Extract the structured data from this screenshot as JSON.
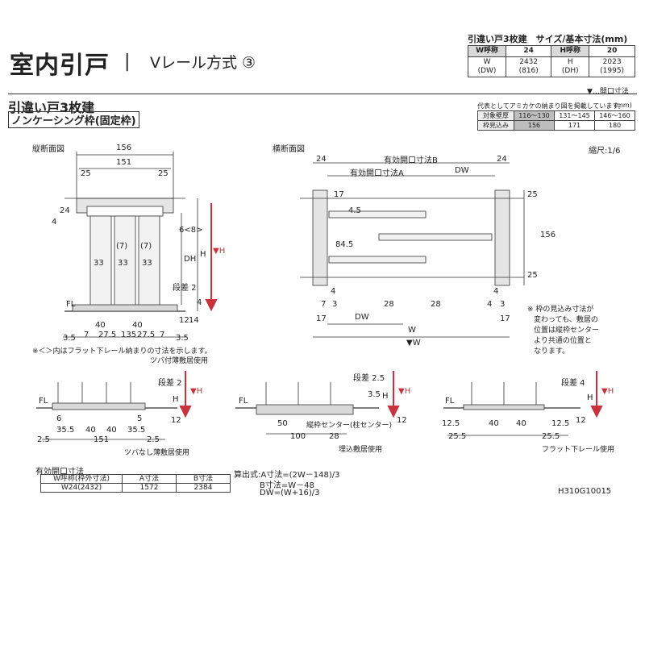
{
  "header": {
    "title": "室内引戸",
    "separator": "|",
    "subtitle": "Vレール方式 ③"
  },
  "spec": {
    "heading": "引違い戸3枚建　サイズ/基本寸法(mm)",
    "w_label": "W呼称",
    "w_code": "24",
    "h_label": "H呼称",
    "h_code": "20",
    "w_dim_label": "W",
    "w_dim_sub": "(DW)",
    "w_value": "2432",
    "w_value_sub": "(816)",
    "h_dim_label": "H",
    "h_dim_sub": "(DH)",
    "h_value": "2023",
    "h_value_sub": "(1995)",
    "legend": "▼…開口寸法"
  },
  "section": {
    "title": "引違い戸3枚建",
    "subtitle": "ノンケーシング枠(固定枠)"
  },
  "kikomi": {
    "note": "代表としてアミカケの納まり図を掲載しています。",
    "unit": "(mm)",
    "rows": [
      {
        "label": "対象壁厚",
        "values": [
          "116～130",
          "131～145",
          "146～160"
        ]
      },
      {
        "label": "枠見込み",
        "values": [
          "156",
          "171",
          "180"
        ]
      }
    ]
  },
  "vertical_section": {
    "label": "縦断面図",
    "dims": [
      "156",
      "151",
      "25",
      "25",
      "4",
      "24",
      "(7)",
      "(7)",
      "33",
      "33",
      "33",
      "6<8>",
      "DH",
      "H",
      "▼H",
      "段差 2",
      "12",
      "14",
      "4",
      "FL",
      "40",
      "40",
      "7",
      "27.5",
      "135",
      "27.5",
      "7",
      "3.5",
      "3.5"
    ],
    "note": "※＜＞内はフラット下レール納まりの寸法を示します。"
  },
  "horizontal_section": {
    "label": "横断面図",
    "scale": "縮尺:1/6",
    "dims": [
      "有効開口寸法B",
      "24",
      "24",
      "有効開口寸法A",
      "DW",
      "17",
      "4.5",
      "25",
      "156",
      "84.5",
      "25",
      "4",
      "4",
      "7",
      "3",
      "28",
      "28",
      "4",
      "3",
      "17",
      "DW",
      "17",
      "W",
      "▼W"
    ],
    "note_lines": [
      "※ 枠の見込み寸法が",
      "変わっても、敷居の",
      "位置は縦枠センター",
      "より共通の位置と",
      "なります。"
    ]
  },
  "details": {
    "tsuba": {
      "top_label": "ツバ付薄敷居使用",
      "bottom_label": "ツバなし薄敷居使用",
      "dims": [
        "FL",
        "段差 2",
        "H",
        "▼H",
        "12",
        "6",
        "35.5",
        "40",
        "40",
        "35.5",
        "5",
        "2.5",
        "151",
        "2.5"
      ]
    },
    "umekomi": {
      "label": "埋込敷居使用",
      "dims": [
        "FL",
        "段差 2.5",
        "3.5",
        "H",
        "▼H",
        "50",
        "縦枠センター(柱センター)",
        "12",
        "100",
        "28"
      ]
    },
    "flat": {
      "label": "フラット下レール使用",
      "dims": [
        "FL",
        "段差 4",
        "H",
        "▼H",
        "12",
        "12.5",
        "40",
        "40",
        "12.5",
        "25.5",
        "25.5"
      ]
    }
  },
  "effective_opening": {
    "title": "有効開口寸法",
    "headers": [
      "W呼称(枠外寸法)",
      "A寸法",
      "B寸法"
    ],
    "row": [
      "W24(2432)",
      "1572",
      "2384"
    ]
  },
  "formulas": [
    "算出式:A寸法=(2W－148)/3",
    "B寸法=W－48",
    "DW=(W+16)/3"
  ],
  "code": "H310G10015",
  "colors": {
    "accent": "#c8323c",
    "frame": "#cfcfcf",
    "line": "#333333"
  }
}
